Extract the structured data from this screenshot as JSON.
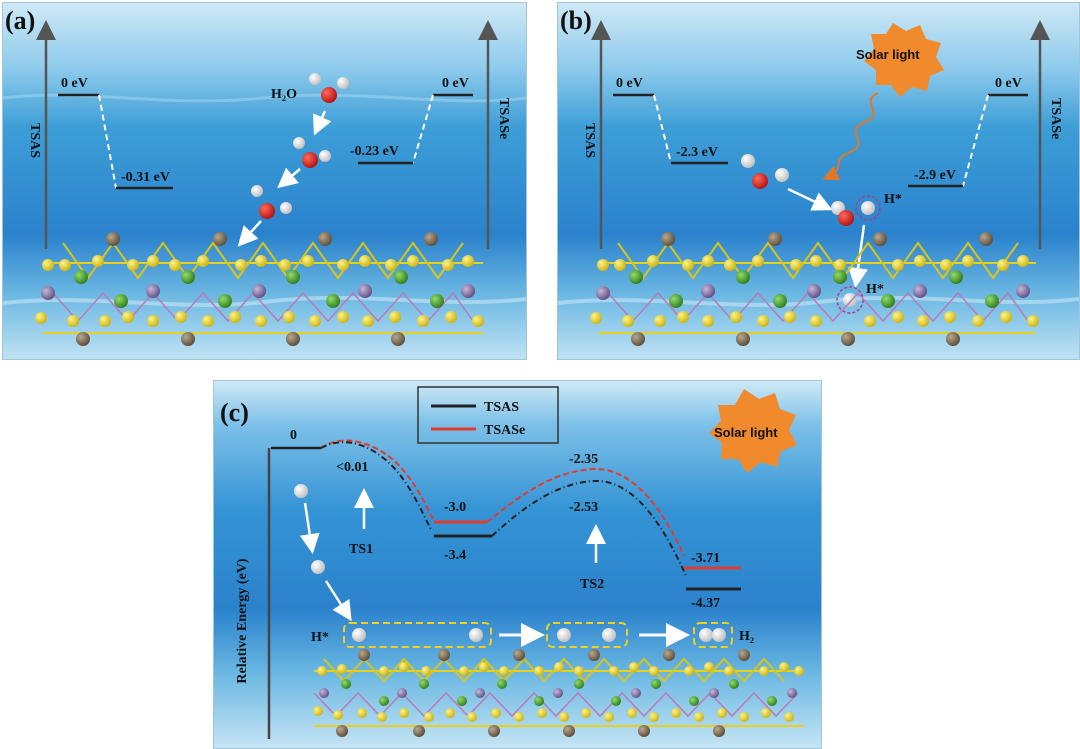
{
  "colors": {
    "water_top": "#cfe9f6",
    "water_mid": "#3d9ed7",
    "water_deep": "#1f6fc0",
    "tsas_line": "#222222",
    "tsase_line": "#e23b2e",
    "sun": "#f08a2c",
    "sulfur": "#e6d21e",
    "metal": "#7b6a55",
    "chalcogen": "#4a9e2e",
    "transition": "#8a7aa8",
    "oxygen": "#d8201c",
    "hydrogen": "#f2f2f2",
    "box_dash": "#f0d01a"
  },
  "panel_a": {
    "label": "(a)",
    "left_axis": "TSAS",
    "right_axis": "TSASe",
    "left_start": "0 eV",
    "left_end": "-0.31 eV",
    "right_start": "0 eV",
    "right_end": "-0.23 eV",
    "molecule": "H₂O"
  },
  "panel_b": {
    "label": "(b)",
    "left_axis": "TSAS",
    "right_axis": "TSASe",
    "left_start": "0 eV",
    "left_end": "-2.3 eV",
    "right_start": "0 eV",
    "right_end": "-2.9 eV",
    "sun_label": "Solar light",
    "hstar_top": "H*",
    "hstar_bottom": "H*"
  },
  "panel_c": {
    "label": "(c)",
    "y_label": "Relative Energy (eV)",
    "legend": [
      "TSAS",
      "TSASe"
    ],
    "sun_label": "Solar light",
    "start": "0",
    "ts1_value": "<0.01",
    "ts1_label": "TS1",
    "int_tsase": "-3.0",
    "int_tsas": "-3.4",
    "ts2_tsase": "-2.35",
    "ts2_tsas": "-2.53",
    "ts2_label": "TS2",
    "final_tsase": "-3.71",
    "final_tsas": "-4.37",
    "hstar": "H*",
    "h2": "H₂"
  }
}
